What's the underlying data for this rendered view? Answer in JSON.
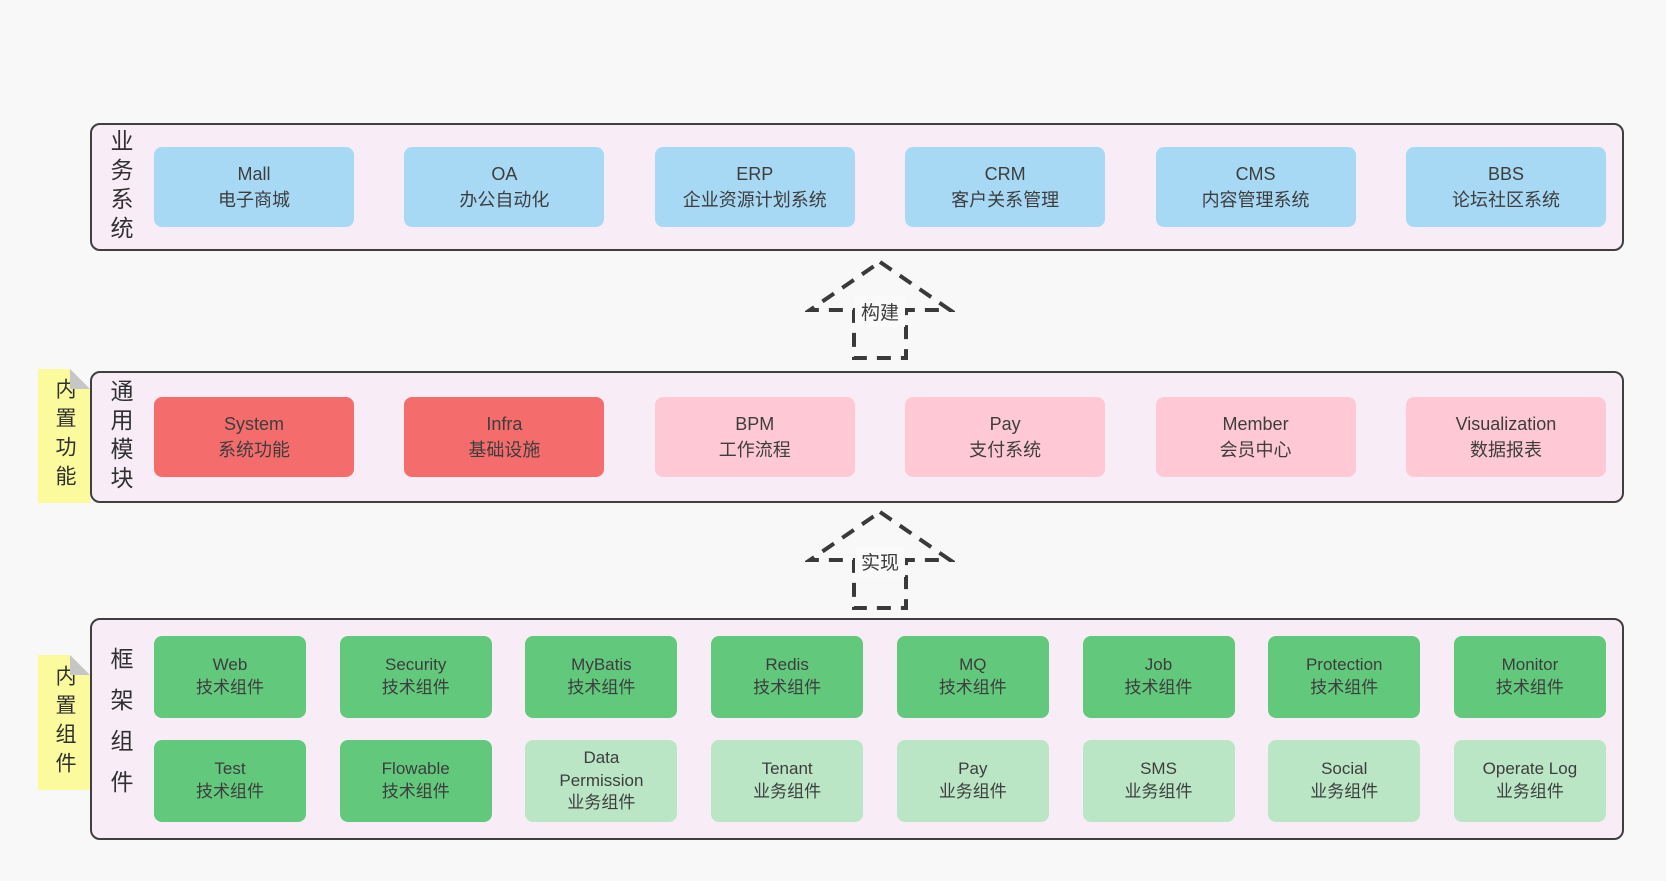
{
  "colors": {
    "page_bg": "#f8f8f8",
    "panel_bg": "#f8edf7",
    "panel_border": "#3f3f3f",
    "blue": "#a7d9f5",
    "red": "#f56c6c",
    "pink": "#fec9d4",
    "green": "#62c87c",
    "green_light": "#bae6c6",
    "note_yellow": "#fbfb9d",
    "note_fold": "#c6c6c6",
    "text": "#3d3d3d"
  },
  "tiers": {
    "business": {
      "label": "业务系统",
      "boxes": [
        {
          "name": "Mall",
          "desc": "电子商城"
        },
        {
          "name": "OA",
          "desc": "办公自动化"
        },
        {
          "name": "ERP",
          "desc": "企业资源计划系统"
        },
        {
          "name": "CRM",
          "desc": "客户关系管理"
        },
        {
          "name": "CMS",
          "desc": "内容管理系统"
        },
        {
          "name": "BBS",
          "desc": "论坛社区系统"
        }
      ]
    },
    "modules": {
      "label": "通用模块",
      "note": "内置功能",
      "boxes": [
        {
          "name": "System",
          "desc": "系统功能"
        },
        {
          "name": "Infra",
          "desc": "基础设施"
        },
        {
          "name": "BPM",
          "desc": "工作流程"
        },
        {
          "name": "Pay",
          "desc": "支付系统"
        },
        {
          "name": "Member",
          "desc": "会员中心"
        },
        {
          "name": "Visualization",
          "desc": "数据报表"
        }
      ]
    },
    "framework": {
      "label": "框架组件",
      "note": "内置组件",
      "boxes": [
        {
          "name": "Web",
          "desc": "技术组件"
        },
        {
          "name": "Security",
          "desc": "技术组件"
        },
        {
          "name": "MyBatis",
          "desc": "技术组件"
        },
        {
          "name": "Redis",
          "desc": "技术组件"
        },
        {
          "name": "MQ",
          "desc": "技术组件"
        },
        {
          "name": "Job",
          "desc": "技术组件"
        },
        {
          "name": "Protection",
          "desc": "技术组件"
        },
        {
          "name": "Monitor",
          "desc": "技术组件"
        },
        {
          "name": "Test",
          "desc": "技术组件"
        },
        {
          "name": "Flowable",
          "desc": "技术组件"
        },
        {
          "name": "Data Permission",
          "desc": "业务组件"
        },
        {
          "name": "Tenant",
          "desc": "业务组件"
        },
        {
          "name": "Pay",
          "desc": "业务组件"
        },
        {
          "name": "SMS",
          "desc": "业务组件"
        },
        {
          "name": "Social",
          "desc": "业务组件"
        },
        {
          "name": "Operate Log",
          "desc": "业务组件"
        }
      ]
    }
  },
  "arrows": {
    "build": {
      "label": "构建"
    },
    "implement": {
      "label": "实现"
    }
  }
}
